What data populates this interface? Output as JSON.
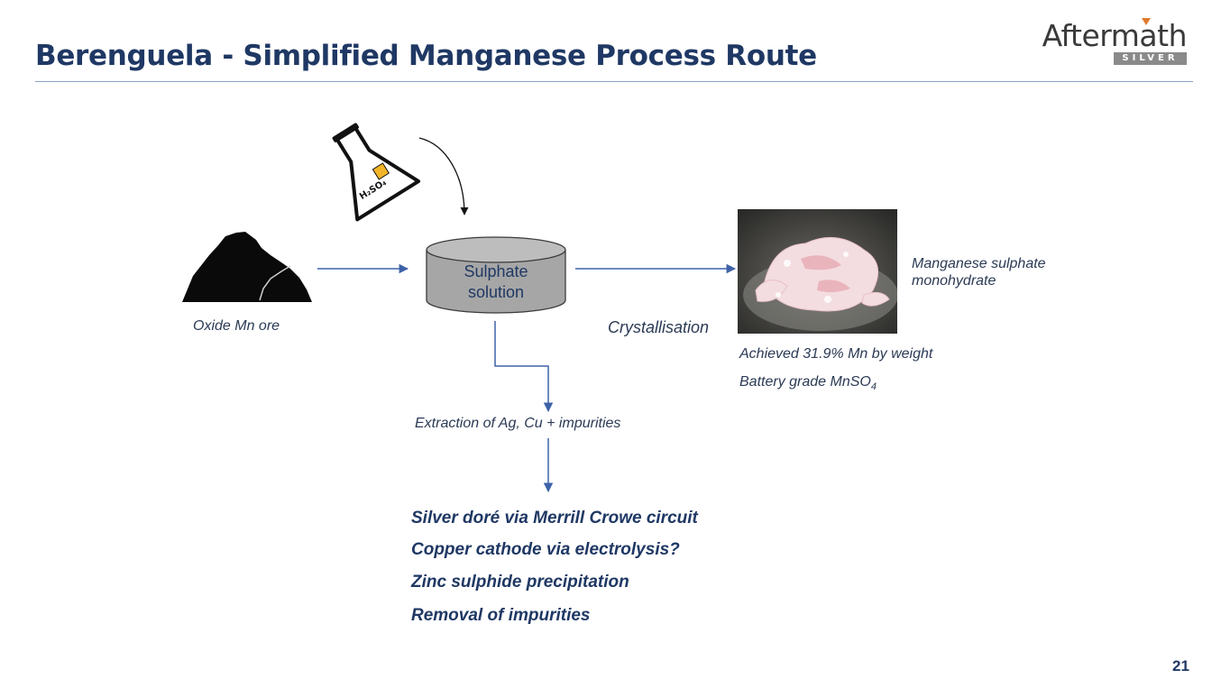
{
  "header": {
    "title": "Berenguela - Simplified Manganese Process Route",
    "logo_word": "Aftermath",
    "logo_sub": "SILVER"
  },
  "diagram": {
    "reagent_label": "H₂SO₄",
    "ore_label": "Oxide Mn ore",
    "tank_label_line1": "Sulphate",
    "tank_label_line2": "solution",
    "crystallisation_label": "Crystallisation",
    "product_label_line1": "Manganese sulphate",
    "product_label_line2": "monohydrate",
    "achievement_1": "Achieved 31.9% Mn by weight",
    "achievement_2_prefix": "Battery grade MnSO",
    "achievement_2_sub": "4",
    "extraction_label": "Extraction of Ag, Cu + impurities"
  },
  "outcomes": [
    "Silver doré via Merrill Crowe circuit",
    "Copper cathode via electrolysis?",
    "Zinc sulphide precipitation",
    "Removal of impurities"
  ],
  "footer": {
    "page_number": "21"
  },
  "colors": {
    "title": "#1f3864",
    "arrow": "#3e62a8",
    "tank_fill": "#a6a6a6",
    "logo_accent": "#e07a2e"
  }
}
